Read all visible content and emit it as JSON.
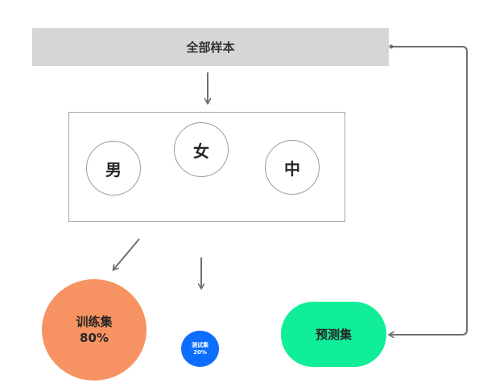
{
  "diagram": {
    "all_samples": "全部样本",
    "genders": {
      "male": "男",
      "female": "女",
      "middle": "中"
    },
    "train_set": {
      "label": "训练集",
      "percent": "80%"
    },
    "test_set": {
      "label": "测试集",
      "percent": "20%"
    },
    "predict_set": "预测集"
  },
  "colors": {
    "all_samples_bg": "#d6d6d6",
    "train": "#f79262",
    "test": "#0d6efd",
    "predict": "#11ee99",
    "arrow": "#6f6f6f"
  }
}
